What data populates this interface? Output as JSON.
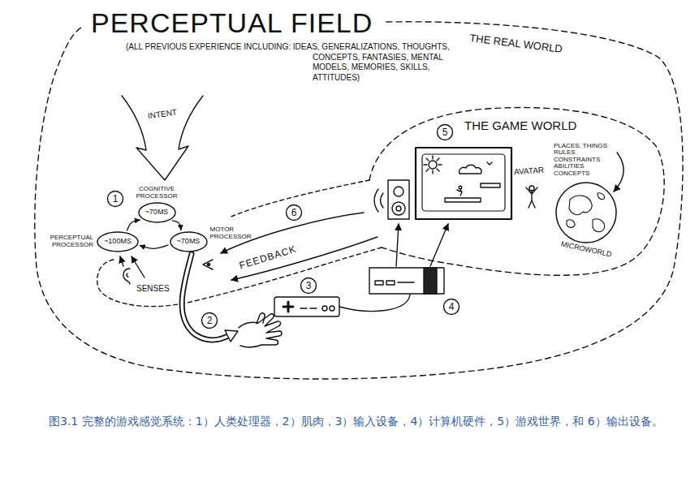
{
  "diagram": {
    "caption": "图3.1 完整的游戏感觉系统：1）人类处理器，2）肌肉，3）输入设备，4）计算机硬件，5）游戏世界，和 6）输出设备。",
    "nodes": [
      {
        "text": [
          "PERCEPTUAL FIELD",
          "(ALL PREVIOUS EXPERIENCE INCLUDING: IDEAS, GENERALIZATIONS, THOUGHTS, CONCEPTS, FANTASIES, MENTAL MODELS, MEMORIES, SKILLS, ATTITUDES)"
        ]
      },
      {
        "text": [
          "COGNITIVE PROCESSOR",
          "~70MS"
        ],
        "in": 0
      },
      {
        "text": [
          "PERCEPTUAL PROCESSOR",
          "~100MS"
        ],
        "in": 0
      },
      {
        "text": [
          "MOTOR PROCESSOR",
          "~70MS"
        ],
        "in": 0
      },
      {
        "text": [
          "THE GAME WORLD"
        ],
        "in": 0
      },
      {
        "text": [
          "MICROWORLD"
        ],
        "in": 4
      }
    ],
    "edges": [
      {
        "from": 2,
        "to": 1,
        "arrow": "to"
      },
      {
        "from": 1,
        "to": 3,
        "arrow": "to"
      },
      {
        "from": 3,
        "to": 2,
        "arrow": "to"
      }
    ],
    "labels": [
      "THE REAL WORLD",
      "INTENT",
      "1",
      "2",
      "3",
      "4",
      "5",
      "6",
      "SENSES",
      "FEEDBACK",
      "AVATAR",
      "PLACES, THINGS RULES CONSTRAINTS ABILITIES CONCEPTS"
    ]
  }
}
